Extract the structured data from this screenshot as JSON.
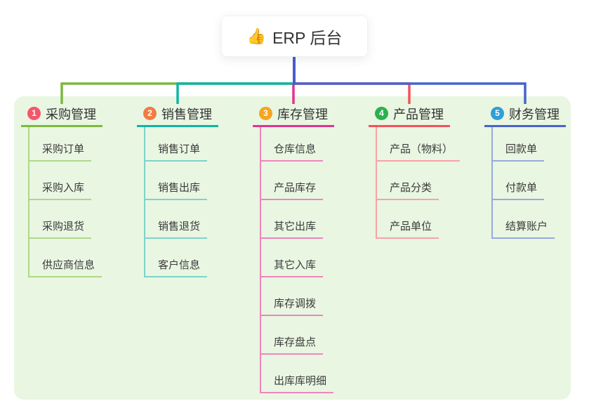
{
  "root": {
    "icon": "👍",
    "title": "ERP 后台"
  },
  "branches": [
    {
      "num": "1",
      "title": "采购管理",
      "badge_color": "#f4566b",
      "line_color": "#7db93e",
      "line_color_light": "#b0d788",
      "children": [
        "采购订单",
        "采购入库",
        "采购退货",
        "供应商信息"
      ]
    },
    {
      "num": "2",
      "title": "销售管理",
      "badge_color": "#f07c44",
      "line_color": "#12b3a6",
      "line_color_light": "#7fd3c8",
      "children": [
        "销售订单",
        "销售出库",
        "销售退货",
        "客户信息"
      ]
    },
    {
      "num": "3",
      "title": "库存管理",
      "badge_color": "#f6a51f",
      "line_color": "#e0338f",
      "line_color_light": "#ee85bd",
      "children": [
        "仓库信息",
        "产品库存",
        "其它出库",
        "其它入库",
        "库存调拨",
        "库存盘点",
        "出库库明细"
      ]
    },
    {
      "num": "4",
      "title": "产品管理",
      "badge_color": "#2cb14f",
      "line_color": "#f4525c",
      "line_color_light": "#f8a2a5",
      "children": [
        "产品（物料）",
        "产品分类",
        "产品单位"
      ]
    },
    {
      "num": "5",
      "title": "财务管理",
      "badge_color": "#2e9fd8",
      "line_color": "#4763cb",
      "line_color_light": "#97a9de",
      "children": [
        "回款单",
        "付款单",
        "结算账户"
      ]
    }
  ],
  "colors": {
    "panel_background": "#e9f6e2",
    "trunk_line": "#4a5ccc",
    "root_text": "#333333"
  }
}
